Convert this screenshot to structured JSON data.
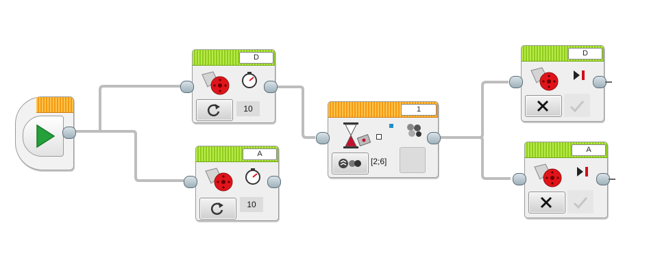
{
  "program": {
    "start_block": {
      "icon": "play-icon"
    },
    "motor_d_top": {
      "port": "D",
      "power": "10",
      "mode_icon": "rotate-icon"
    },
    "motor_a_bottom": {
      "port": "A",
      "power": "10",
      "mode_icon": "rotate-icon"
    },
    "wait_block": {
      "port": "1",
      "value": "[2;6]",
      "icon": "hourglass-icon",
      "mode_icon": "color-sensor-compare-icon"
    },
    "stop_d": {
      "port": "D",
      "brake_icon": "close-icon",
      "check_icon": "check-icon"
    },
    "stop_a": {
      "port": "A",
      "brake_icon": "close-icon",
      "check_icon": "check-icon"
    }
  },
  "colors": {
    "green_header": "#8fcc1c",
    "orange_header": "#f39a12",
    "play_green": "#25a03a",
    "motor_red": "#e0141a",
    "wire_gray": "#bdbdbd"
  }
}
